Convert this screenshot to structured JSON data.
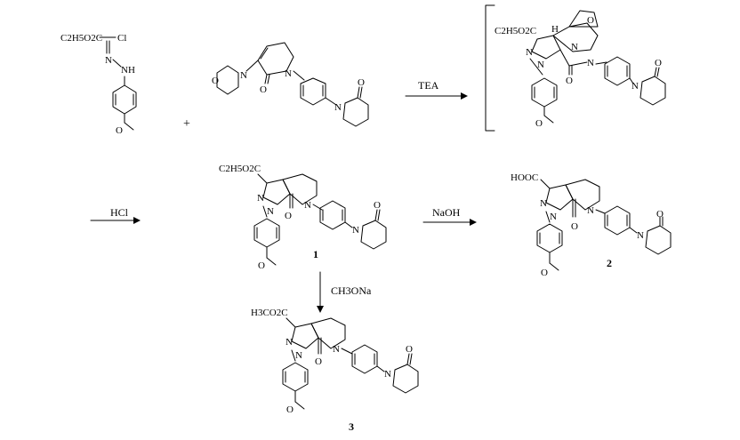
{
  "reactants": {
    "hydrazonoyl_chloride": {
      "ester_label": "C2H5O2C",
      "cl_label": "Cl",
      "n_label": "N",
      "nh_label": "NH"
    },
    "plus_sign": "+",
    "enamine": {
      "n_amide": "N",
      "o_amide": "O",
      "morph_n": "N",
      "morph_o": "O",
      "n_pip": "N",
      "o_pip": "O"
    }
  },
  "arrows": {
    "tea": "TEA",
    "hcl": "HCl",
    "naoh": "NaOH",
    "ch3ona": "CH3ONa"
  },
  "intermediate": {
    "ester_label": "C2H5O2C",
    "h_label": "H",
    "n_labels": [
      "N",
      "N",
      "N",
      "N",
      "N"
    ],
    "o_labels": [
      "O",
      "O",
      "O"
    ]
  },
  "compounds": [
    {
      "id": "1",
      "ester_label": "C2H5O2C"
    },
    {
      "id": "2",
      "acid_label": "HOOC"
    },
    {
      "id": "3",
      "ester_label": "H3CO2C"
    }
  ]
}
